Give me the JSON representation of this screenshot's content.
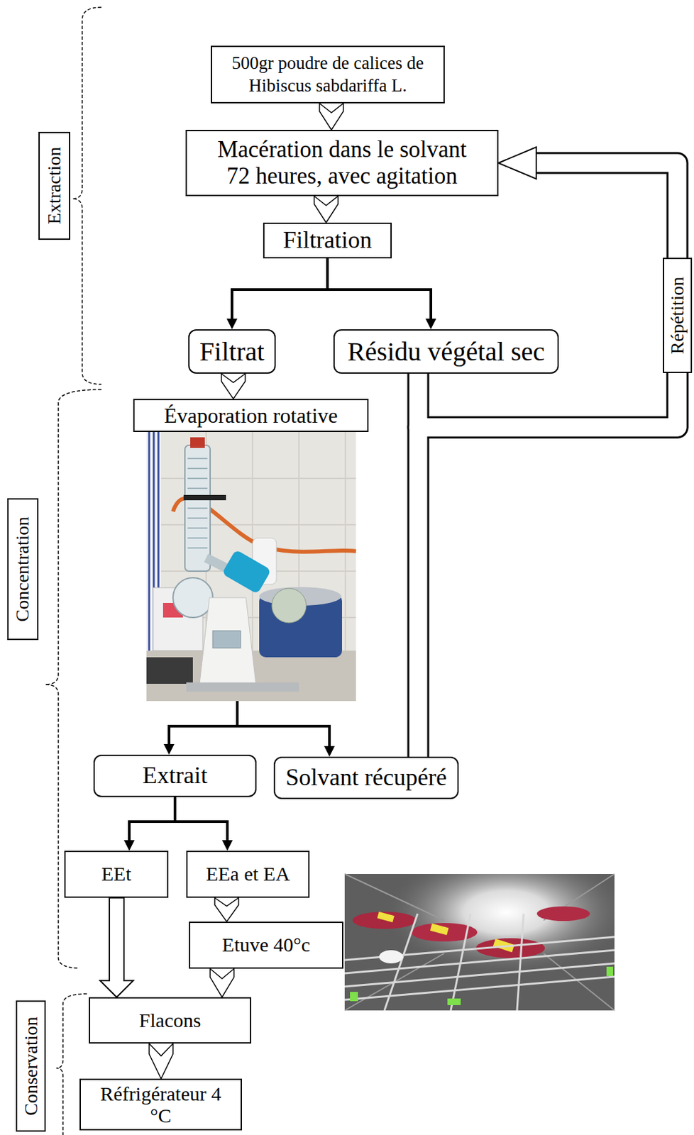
{
  "diagram": {
    "nodes": [
      {
        "text": [
          "Extraction"
        ]
      },
      {
        "text": [
          "500gr poudre de calices de Hibiscus sabdariffa L."
        ]
      },
      {
        "text": [
          "Macération dans le solvant 72 heures, avec agitation"
        ]
      },
      {
        "text": [
          "Filtration"
        ]
      },
      {
        "text": [
          "Filtrat"
        ]
      },
      {
        "text": [
          "Résidu végétal sec"
        ]
      },
      {
        "text": [
          "Répétition"
        ]
      },
      {
        "text": [
          "Concentration"
        ]
      },
      {
        "text": [
          "Évaporation rotative"
        ]
      },
      {
        "text": [
          "Extrait"
        ]
      },
      {
        "text": [
          "Solvant récupéré"
        ]
      },
      {
        "text": [
          "EEt"
        ]
      },
      {
        "text": [
          "EEa et EA"
        ]
      },
      {
        "text": [
          "Etuve 40°c"
        ]
      },
      {
        "text": [
          "Conservation"
        ]
      },
      {
        "text": [
          "Flacons"
        ]
      },
      {
        "text": [
          "Réfrigérateur 4 °C"
        ]
      }
    ],
    "edges": [
      {
        "from": 1,
        "to": 2,
        "arrow": "to"
      },
      {
        "from": 2,
        "to": 3,
        "arrow": "to"
      },
      {
        "from": 3,
        "to": 4,
        "arrow": "to"
      },
      {
        "from": 3,
        "to": 5,
        "arrow": "to"
      },
      {
        "from": 4,
        "to": 8,
        "arrow": "to"
      },
      {
        "from": 5,
        "to": 6,
        "arrow": "none"
      },
      {
        "from": 10,
        "to": 6,
        "arrow": "none"
      },
      {
        "from": 6,
        "to": 2,
        "arrow": "to"
      },
      {
        "from": 8,
        "to": 9,
        "arrow": "to"
      },
      {
        "from": 8,
        "to": 10,
        "arrow": "to"
      },
      {
        "from": 9,
        "to": 11,
        "arrow": "to"
      },
      {
        "from": 9,
        "to": 12,
        "arrow": "to"
      },
      {
        "from": 11,
        "to": 15,
        "arrow": "to"
      },
      {
        "from": 12,
        "to": 13,
        "arrow": "to"
      },
      {
        "from": 13,
        "to": 15,
        "arrow": "to"
      },
      {
        "from": 15,
        "to": 16,
        "arrow": "to"
      }
    ]
  }
}
